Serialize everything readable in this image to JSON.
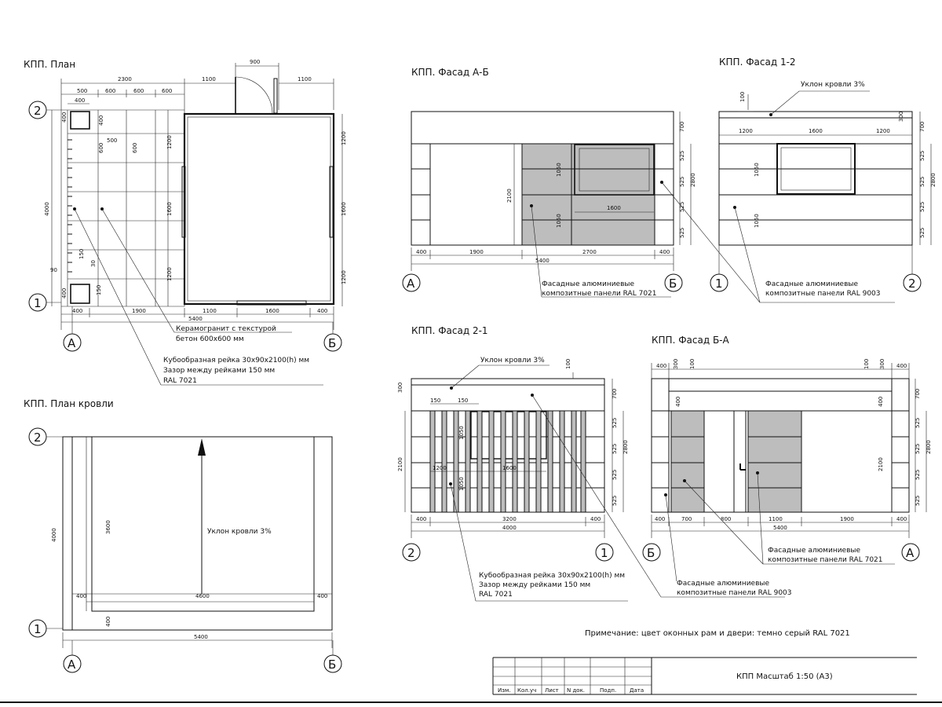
{
  "titles": {
    "plan": "КПП. План",
    "roof_plan": "КПП. План кровли",
    "facade_ab": "КПП. Фасад А-Б",
    "facade_12": "КПП. Фасад 1-2",
    "facade_21": "КПП. Фасад 2-1",
    "facade_ba": "КПП. Фасад Б-А"
  },
  "axes": {
    "a": "А",
    "b": "Б",
    "one": "1",
    "two": "2"
  },
  "notes": {
    "tile": [
      "Керамогранит с текстурой",
      "бетон 600х600 мм"
    ],
    "slat": [
      "Кубообразная рейка 30х90х2100(h) мм",
      "Зазор между рейками 150 мм",
      "RAL 7021"
    ],
    "panel_7021": [
      "Фасадные алюминиевые",
      "композитные панели RAL 7021"
    ],
    "panel_9003": [
      "Фасадные алюминиевые",
      "композитные панели RAL 9003"
    ],
    "roof_slope": "Уклон кровли 3%",
    "remark": "Примечание: цвет оконных рам и двери: темно серый RAL 7021"
  },
  "title_block": {
    "headers": [
      "Изм.",
      "Кол.уч",
      "Лист",
      "N док.",
      "Подп.",
      "Дата"
    ],
    "caption": "КПП Масштаб 1:50 (А3)"
  },
  "dims": {
    "d900": "900",
    "d2300": "2300",
    "d1100": "1100",
    "d500": "500",
    "d600": "600",
    "d400": "400",
    "d1200": "1200",
    "d1600": "1600",
    "d4000": "4000",
    "d1900": "1900",
    "d5400": "5400",
    "d90": "90",
    "d30": "30",
    "d150": "150",
    "d3600": "3600",
    "d4600": "4600",
    "d700": "700",
    "d525": "525",
    "d2800": "2800",
    "d2100": "2100",
    "d1050": "1050",
    "d2700": "2700",
    "d100": "100",
    "d300": "300",
    "d3200": "3200",
    "d800": "800"
  }
}
